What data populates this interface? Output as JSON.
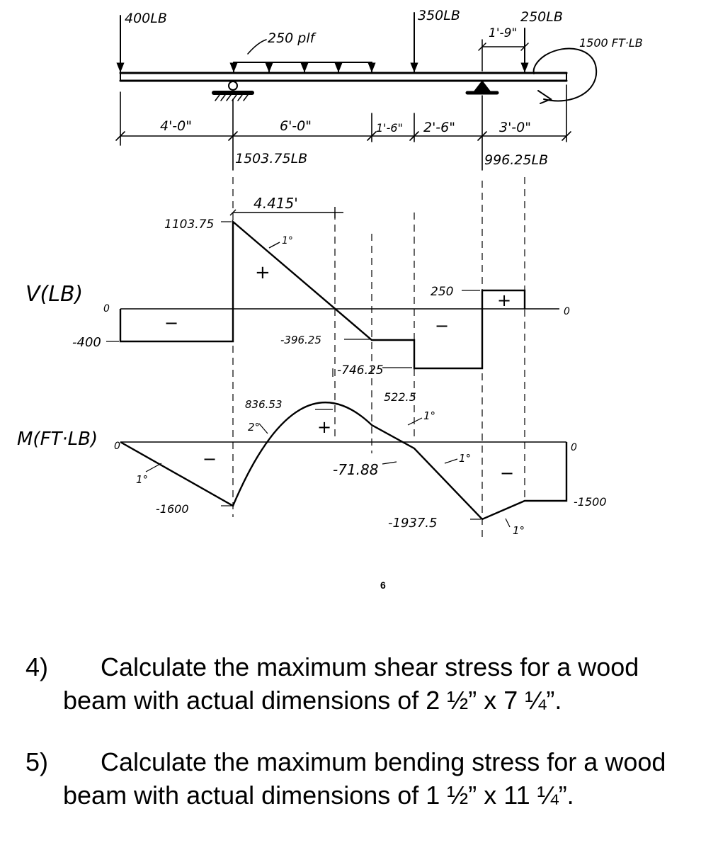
{
  "loads": {
    "point_load_left": "400LB",
    "distributed_load": "250 plf",
    "point_load_mid": "350LB",
    "point_load_right": "250LB",
    "offset_right": "1'-9\"",
    "moment_load": "1500 FT·LB"
  },
  "dimensions": [
    "4'-0\"",
    "6'-0\"",
    "1'-6\"",
    "2'-6\"",
    "3'-0\""
  ],
  "reactions": {
    "left": "1503.75LB",
    "right": "996.25LB"
  },
  "shear_diagram": {
    "axis_label": "V(LB)",
    "zero_label_left": "0",
    "zero_label_right": "0",
    "values": {
      "v_1103": "1103.75",
      "v_neg400": "-400",
      "v_neg396": "-396.25",
      "v_neg746": "-746.25",
      "v_250": "250"
    },
    "dist_label": "4.415'",
    "degree_label": "1°",
    "signs": [
      "−",
      "+",
      "−",
      "+"
    ]
  },
  "moment_diagram": {
    "axis_label": "M(FT·LB)",
    "zero_label_left": "0",
    "zero_label_right": "0",
    "values": {
      "m_836": "836.53",
      "m_522": "522.5",
      "m_neg71": "-71.88",
      "m_neg1600": "-1600",
      "m_neg1937": "-1937.5",
      "m_neg1500": "-1500"
    },
    "degree_labels": [
      "2°",
      "1°",
      "1°",
      "1°",
      "1°"
    ],
    "signs": [
      "−",
      "+",
      "−"
    ]
  },
  "page_number": "6",
  "questions": [
    {
      "number": "4)",
      "text": "Calculate the maximum shear stress for a wood beam with actual dimensions of 2 ½” x 7 ¼”."
    },
    {
      "number": "5)",
      "text": "Calculate the maximum bending stress for a wood beam with actual dimensions of 1 ½” x 11 ¼”."
    }
  ]
}
